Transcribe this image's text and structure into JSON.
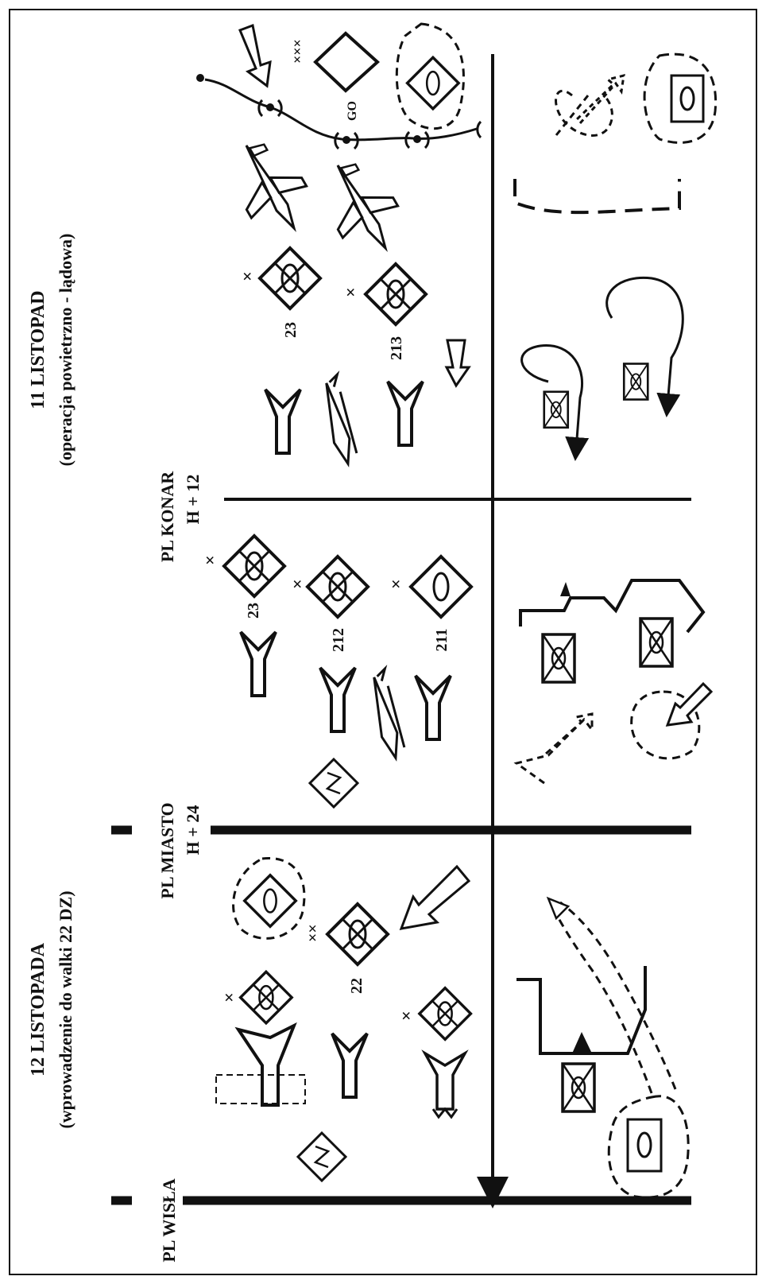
{
  "sections": {
    "day11": {
      "title": "11 LISTOPAD",
      "subtitle": "(operacja powietrzno - lądowa)"
    },
    "day12": {
      "title": "12 LISTOPADA",
      "subtitle": "(wprowadzenie do walki 22 DZ)"
    }
  },
  "phase_lines": {
    "konar": {
      "name": "PL KONAR",
      "time": "H + 12"
    },
    "miasto": {
      "name": "PL MIASTO",
      "time": "H + 24"
    },
    "wisla": {
      "name": "PL WISŁA"
    }
  },
  "unit_labels": {
    "u23_top": "23",
    "u213": "213",
    "u23_mid": "23",
    "u212": "212",
    "u211": "211",
    "u22": "22"
  },
  "echelon_marks": {
    "brigade": "×",
    "division": "××",
    "corps": "×××"
  },
  "go_label": "GO",
  "colors": {
    "ink": "#111111",
    "paper": "#ffffff"
  }
}
